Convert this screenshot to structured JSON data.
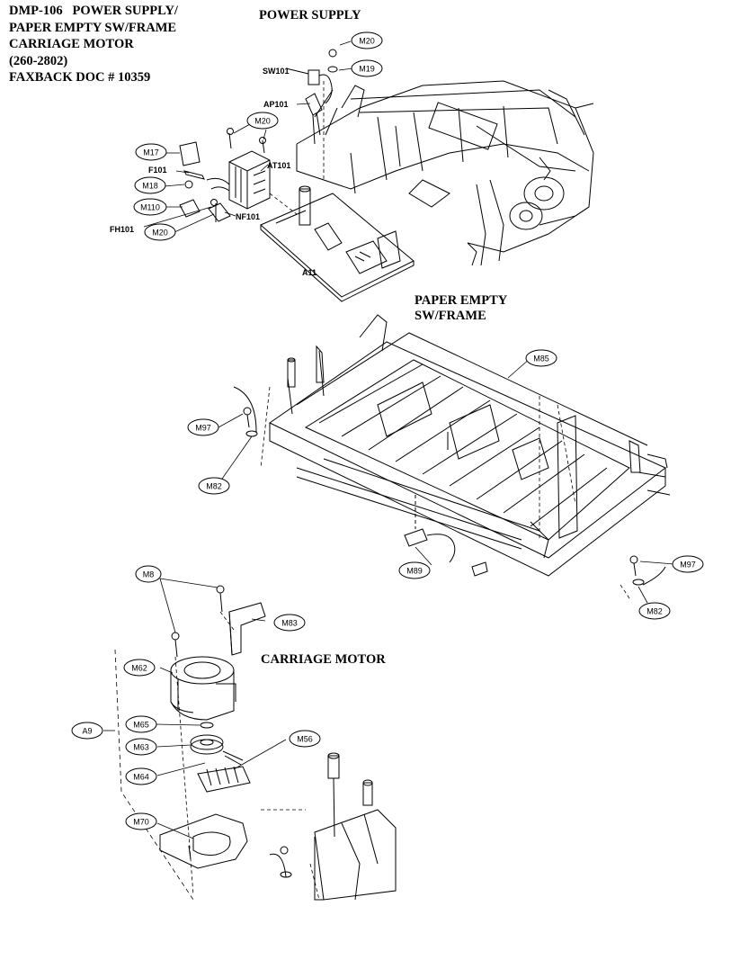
{
  "header": {
    "line1": "DMP-106   POWER SUPPLY/",
    "line2": "PAPER EMPTY SW/FRAME",
    "line3": "CARRIAGE MOTOR",
    "line4": "(260-2802)",
    "line5": "FAXBACK DOC # 10359"
  },
  "sections": {
    "power_supply": "POWER SUPPLY",
    "paper_empty_1": "PAPER EMPTY",
    "paper_empty_2": "SW/FRAME",
    "carriage_motor": "CARRIAGE MOTOR"
  },
  "callouts": {
    "m20_top": "M20",
    "m19": "M19",
    "m20_mid": "M20",
    "m17": "M17",
    "m18": "M18",
    "m110": "M110",
    "m20_low": "M20",
    "m85": "M85",
    "m97_left": "M97",
    "m82_left": "M82",
    "m89": "M89",
    "m97_right": "M97",
    "m82_right": "M82",
    "m8": "M8",
    "m83": "M83",
    "m62": "M62",
    "a9": "A9",
    "m65": "M65",
    "m63": "M63",
    "m64": "M64",
    "m56": "M56",
    "m70": "M70"
  },
  "labels": {
    "sw101": "SW101",
    "ap101": "AP101",
    "at101": "AT101",
    "f101": "F101",
    "nf101": "NF101",
    "fh101": "FH101",
    "a11": "A11"
  }
}
